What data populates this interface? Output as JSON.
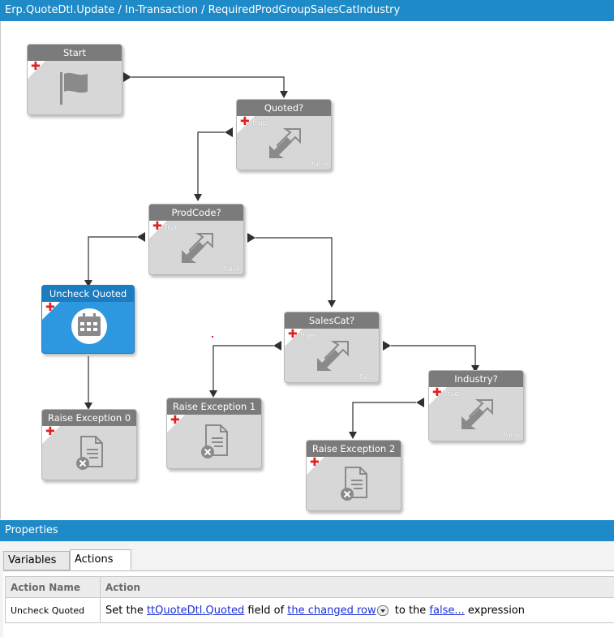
{
  "window": {
    "title": "Erp.QuoteDtl.Update / In-Transaction / RequiredProdGroupSalesCatIndustry"
  },
  "workflow": {
    "nodes": {
      "start": {
        "label": "Start",
        "icon": "flag-icon"
      },
      "quoted": {
        "label": "Quoted?",
        "true_label": "True",
        "false_label": "False",
        "icon": "condition-arrows-icon"
      },
      "prodcode": {
        "label": "ProdCode?",
        "true_label": "True",
        "false_label": "False",
        "icon": "condition-arrows-icon"
      },
      "uncheck_quoted": {
        "label": "Uncheck Quoted",
        "icon": "calendar-icon"
      },
      "salescat": {
        "label": "SalesCat?",
        "true_label": "True",
        "false_label": "False",
        "icon": "condition-arrows-icon"
      },
      "industry": {
        "label": "Industry?",
        "true_label": "True",
        "false_label": "False",
        "icon": "condition-arrows-icon"
      },
      "raise0": {
        "label": "Raise Exception 0",
        "icon": "document-error-icon"
      },
      "raise1": {
        "label": "Raise Exception 1",
        "icon": "document-error-icon"
      },
      "raise2": {
        "label": "Raise Exception 2",
        "icon": "document-error-icon"
      }
    }
  },
  "properties": {
    "title": "Properties",
    "tabs": [
      {
        "label": "Variables",
        "active": false
      },
      {
        "label": "Actions",
        "active": true
      }
    ],
    "grid": {
      "columns": [
        "Action Name",
        "Action"
      ],
      "rows": [
        {
          "name": "Uncheck Quoted",
          "text1": "Set the ",
          "link1": "ttQuoteDtl.Quoted",
          "text2": " field of ",
          "link2": "the changed row",
          "text3": " to the ",
          "link3": "false...",
          "text4": " expression"
        }
      ]
    }
  },
  "colors": {
    "title_bar": "#1e8ac7",
    "node_header": "#7b7b7b",
    "node_body": "#d7d7d7",
    "selected_node": "#2d98e0",
    "link": "#1a2fd8",
    "add_marker": "#e02020"
  }
}
